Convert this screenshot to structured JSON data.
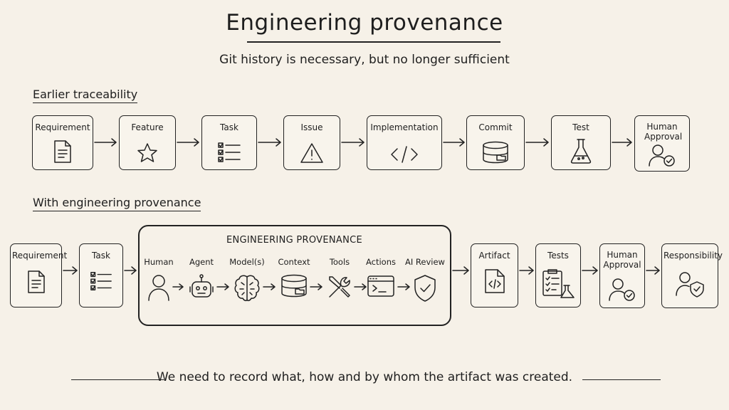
{
  "title": "Engineering provenance",
  "subtitle": "Git history is necessary, but no longer sufficient",
  "earlier": {
    "label": "Earlier traceability",
    "steps": [
      "Requirement",
      "Feature",
      "Task",
      "Issue",
      "Implementation",
      "Commit",
      "Test",
      "Human Approval"
    ]
  },
  "with_prov": {
    "label": "With engineering provenance",
    "left_steps": [
      "Requirement",
      "Task"
    ],
    "box_title": "ENGINEERING PROVENANCE",
    "box_steps": [
      "Human",
      "Agent",
      "Model(s)",
      "Context",
      "Tools",
      "Actions",
      "AI Review"
    ],
    "right_steps": [
      "Artifact",
      "Tests",
      "Human Approval",
      "Responsibility"
    ]
  },
  "footer": "We need to record what, how and by whom the artifact was created."
}
